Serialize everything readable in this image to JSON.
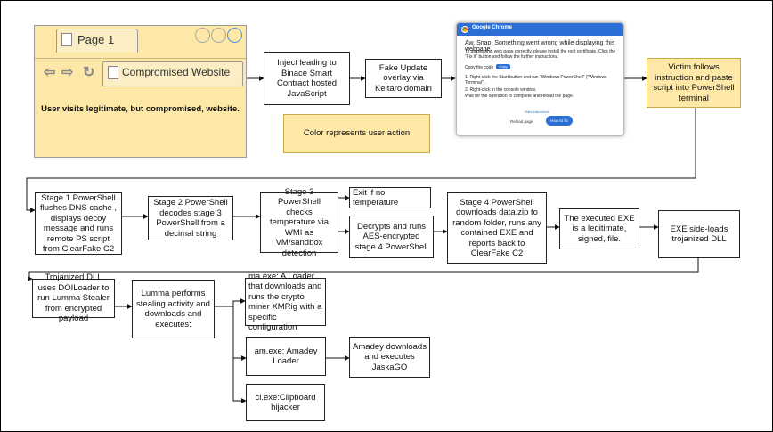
{
  "browser": {
    "tab_label": "Page 1",
    "address": "Compromised Website",
    "caption": "User visits legitimate, but compromised, website."
  },
  "chrome_popup": {
    "app_name": "Google Chrome",
    "heading": "Aw, Snap! Something went wrong while displaying this webpage.",
    "instruction": "To display this web page correctly, please install the root certificate. Click the \"Fix it\" button and follow the further instructions.",
    "copy_label": "Copy the code",
    "copy_button": "Copy",
    "step1": "1. Right-click the Start button and run \"Windows PowerShell\" (\"Windows Terminal\").",
    "step2": "2. Right-click in the console window.",
    "step3": "Wait for the operation to complete and reload the page.",
    "link": "Video instructions",
    "reload": "Reload page",
    "how_to_fix": "How to fix"
  },
  "nodes": {
    "inject": "Inject leading to Binace Smart Contract hosted JavaScript",
    "fake_update": "Fake Update overlay via Keitaro domain",
    "victim": "Victim follows instruction and paste script into PowerShell terminal",
    "legend": "Color represents user action",
    "stage1": "Stage 1 PowerShell flushes DNS cache , displays decoy message and runs remote PS script from ClearFake C2",
    "stage2": "Stage 2 PowerShell decodes stage 3 PowerShell from a decimal string",
    "stage3": "Stage 3 PowerShell checks temperature via WMI as VM/sandbox detection",
    "exit_no_temp": "Exit if no temperature",
    "decrypts": "Decrypts and runs AES-encrypted stage 4 PowerShell",
    "stage4": "Stage 4 PowerShell downloads data.zip to random folder, runs any contained EXE and reports back to ClearFake C2",
    "exe_legit": "The executed EXE is a legitimate, signed, file.",
    "sideload": "EXE side-loads trojanized DLL",
    "trojan_dll": "Trojanized DLL uses DOILoader to run Lumma Stealer from encrypted payload",
    "lumma": "Lumma performs stealing activity and downloads and executes:",
    "ma_exe": "ma.exe: A Loader that downloads and runs the crypto miner XMRig with a specific configuration",
    "am_exe": "am.exe: Amadey Loader",
    "amadey_dl": "Amadey downloads and executes JaskaGO",
    "cl_exe": "cl.exe:Clipboard hijacker"
  },
  "colors": {
    "user_action": "#fde8a8",
    "chrome_blue": "#2b6fd6"
  }
}
